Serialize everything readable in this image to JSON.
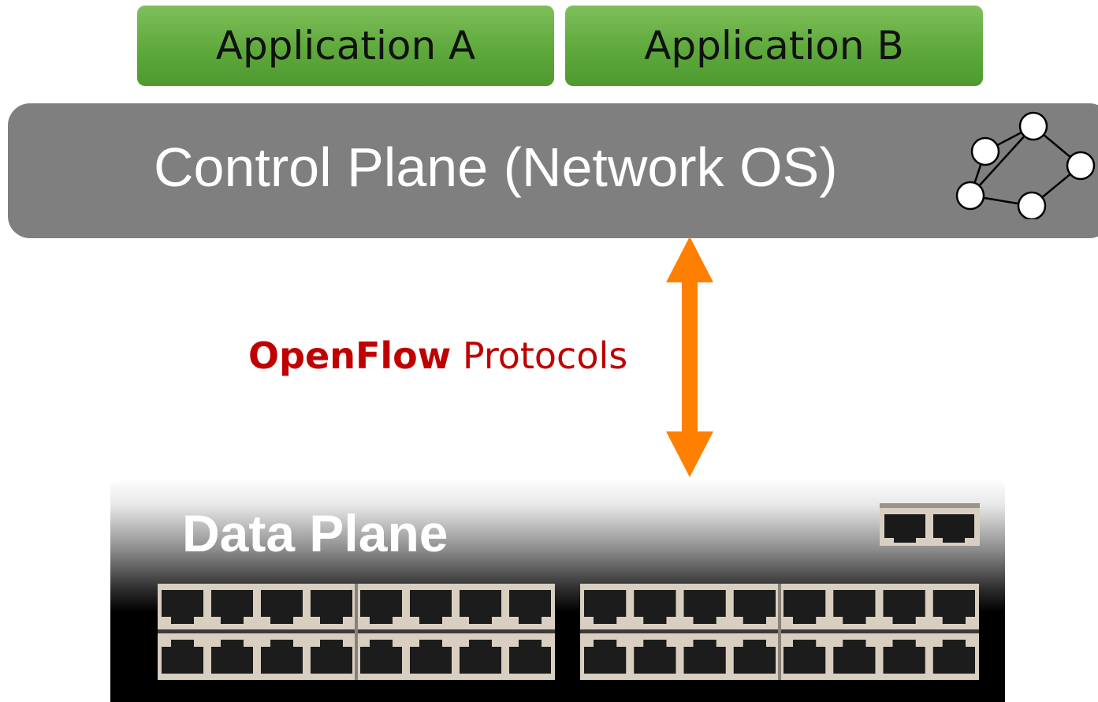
{
  "applications": [
    {
      "label": "Application A"
    },
    {
      "label": "Application B"
    }
  ],
  "control_plane": {
    "label": "Control Plane (Network OS)"
  },
  "protocol": {
    "bold": "OpenFlow",
    "rest": " Protocols"
  },
  "data_plane": {
    "label": "Data Plane"
  },
  "colors": {
    "app_green": "#5ea93c",
    "control_gray": "#7f7f7f",
    "arrow_orange": "#ff7f00",
    "protocol_red": "#c00000"
  }
}
